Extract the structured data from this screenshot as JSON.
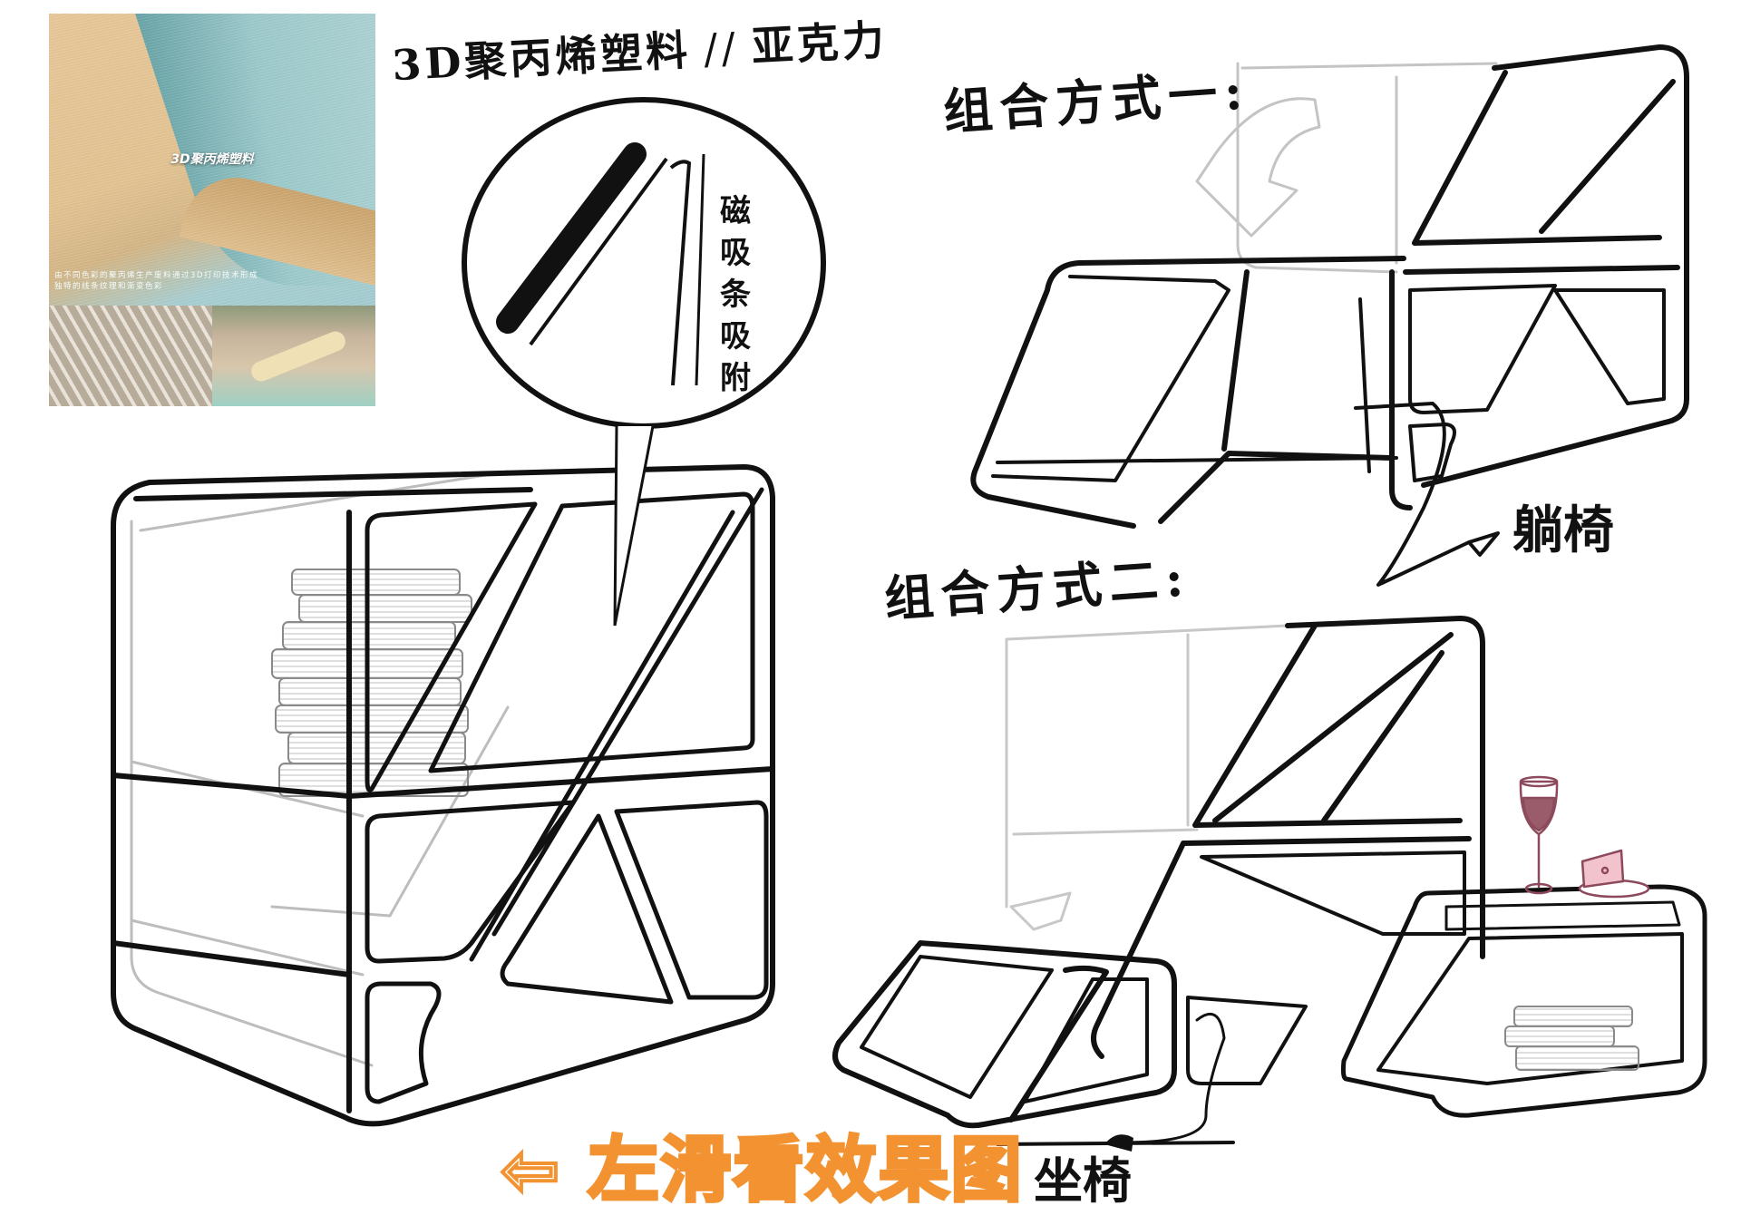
{
  "reference_photo": {
    "title": "3D聚丙烯塑料",
    "caption_line1": "由不同色彩的聚丙烯生产废料通过3D打印技术形成",
    "caption_line2": "独特的线条纹理和渐变色彩",
    "colors": {
      "sand": "#e5c594",
      "teal": "#9ecbcd"
    }
  },
  "heading": {
    "material_1": "3D聚丙烯塑料",
    "separator": "//",
    "material_2": "亚克力"
  },
  "magnifier": {
    "label": "磁吸条吸附"
  },
  "combinations": [
    {
      "label": "组合方式一:",
      "result_label": "躺椅"
    },
    {
      "label": "组合方式二:",
      "result_label": "坐椅"
    }
  ],
  "footer_hint": {
    "arrow": "⇦",
    "text": "左滑看效果图",
    "color": "#f39230"
  },
  "accents": {
    "wine_color": "#8c4a5c",
    "cheese_color": "#f2c3cc",
    "line_color": "#111111",
    "ghost_line_color": "#c8c8c8"
  }
}
